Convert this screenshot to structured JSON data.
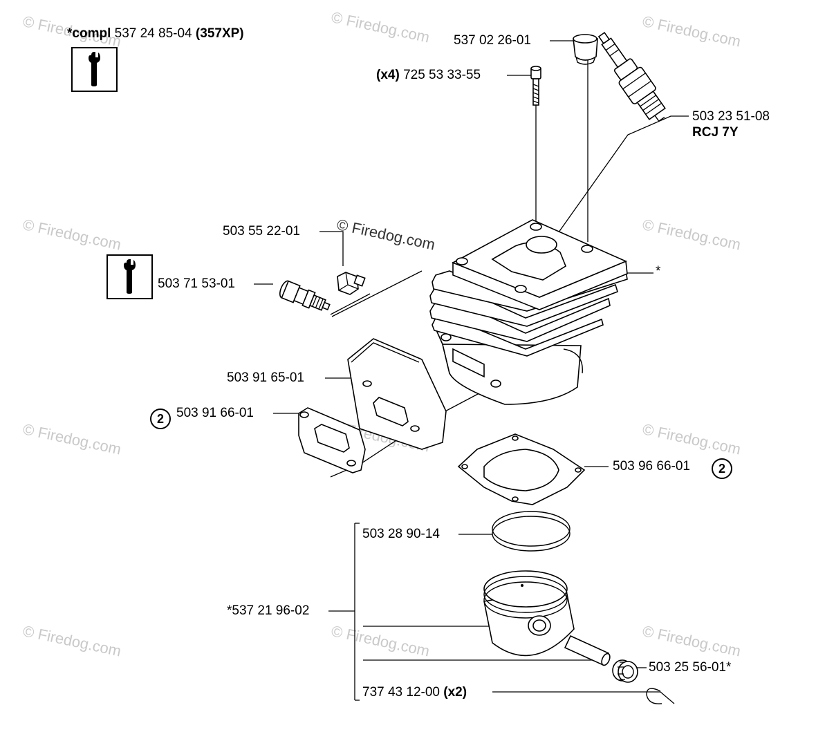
{
  "watermark": "© Firedog.com",
  "header": {
    "compl_prefix": "*compl",
    "compl_number": "537 24 85-04",
    "compl_model": "(357XP)"
  },
  "parts": [
    {
      "id": "cap",
      "number": "537 02 26-01"
    },
    {
      "id": "screw",
      "qty": "(x4)",
      "number": "725 53 33-55"
    },
    {
      "id": "spark-plug",
      "number": "503 23 51-08",
      "note": "RCJ 7Y"
    },
    {
      "id": "valve-nut",
      "number": "503 55 22-01"
    },
    {
      "id": "decompression-valve",
      "number": "503 71 53-01"
    },
    {
      "id": "cylinder",
      "number": "*"
    },
    {
      "id": "heat-shield",
      "number": "503 91 65-01"
    },
    {
      "id": "exhaust-gasket",
      "circle": "2",
      "number": "503 91 66-01"
    },
    {
      "id": "cylinder-gasket",
      "number": "503 96 66-01",
      "circle": "2"
    },
    {
      "id": "piston-ring",
      "number": "503 28 90-14"
    },
    {
      "id": "piston-kit",
      "number": "*537 21 96-02"
    },
    {
      "id": "needle-bearing",
      "number": "503 25 56-01*"
    },
    {
      "id": "circlip",
      "number": "737 43 12-00",
      "qty": "(x2)"
    }
  ],
  "icons": [
    "wrench-tool-icon",
    "wrench-tool-icon"
  ]
}
